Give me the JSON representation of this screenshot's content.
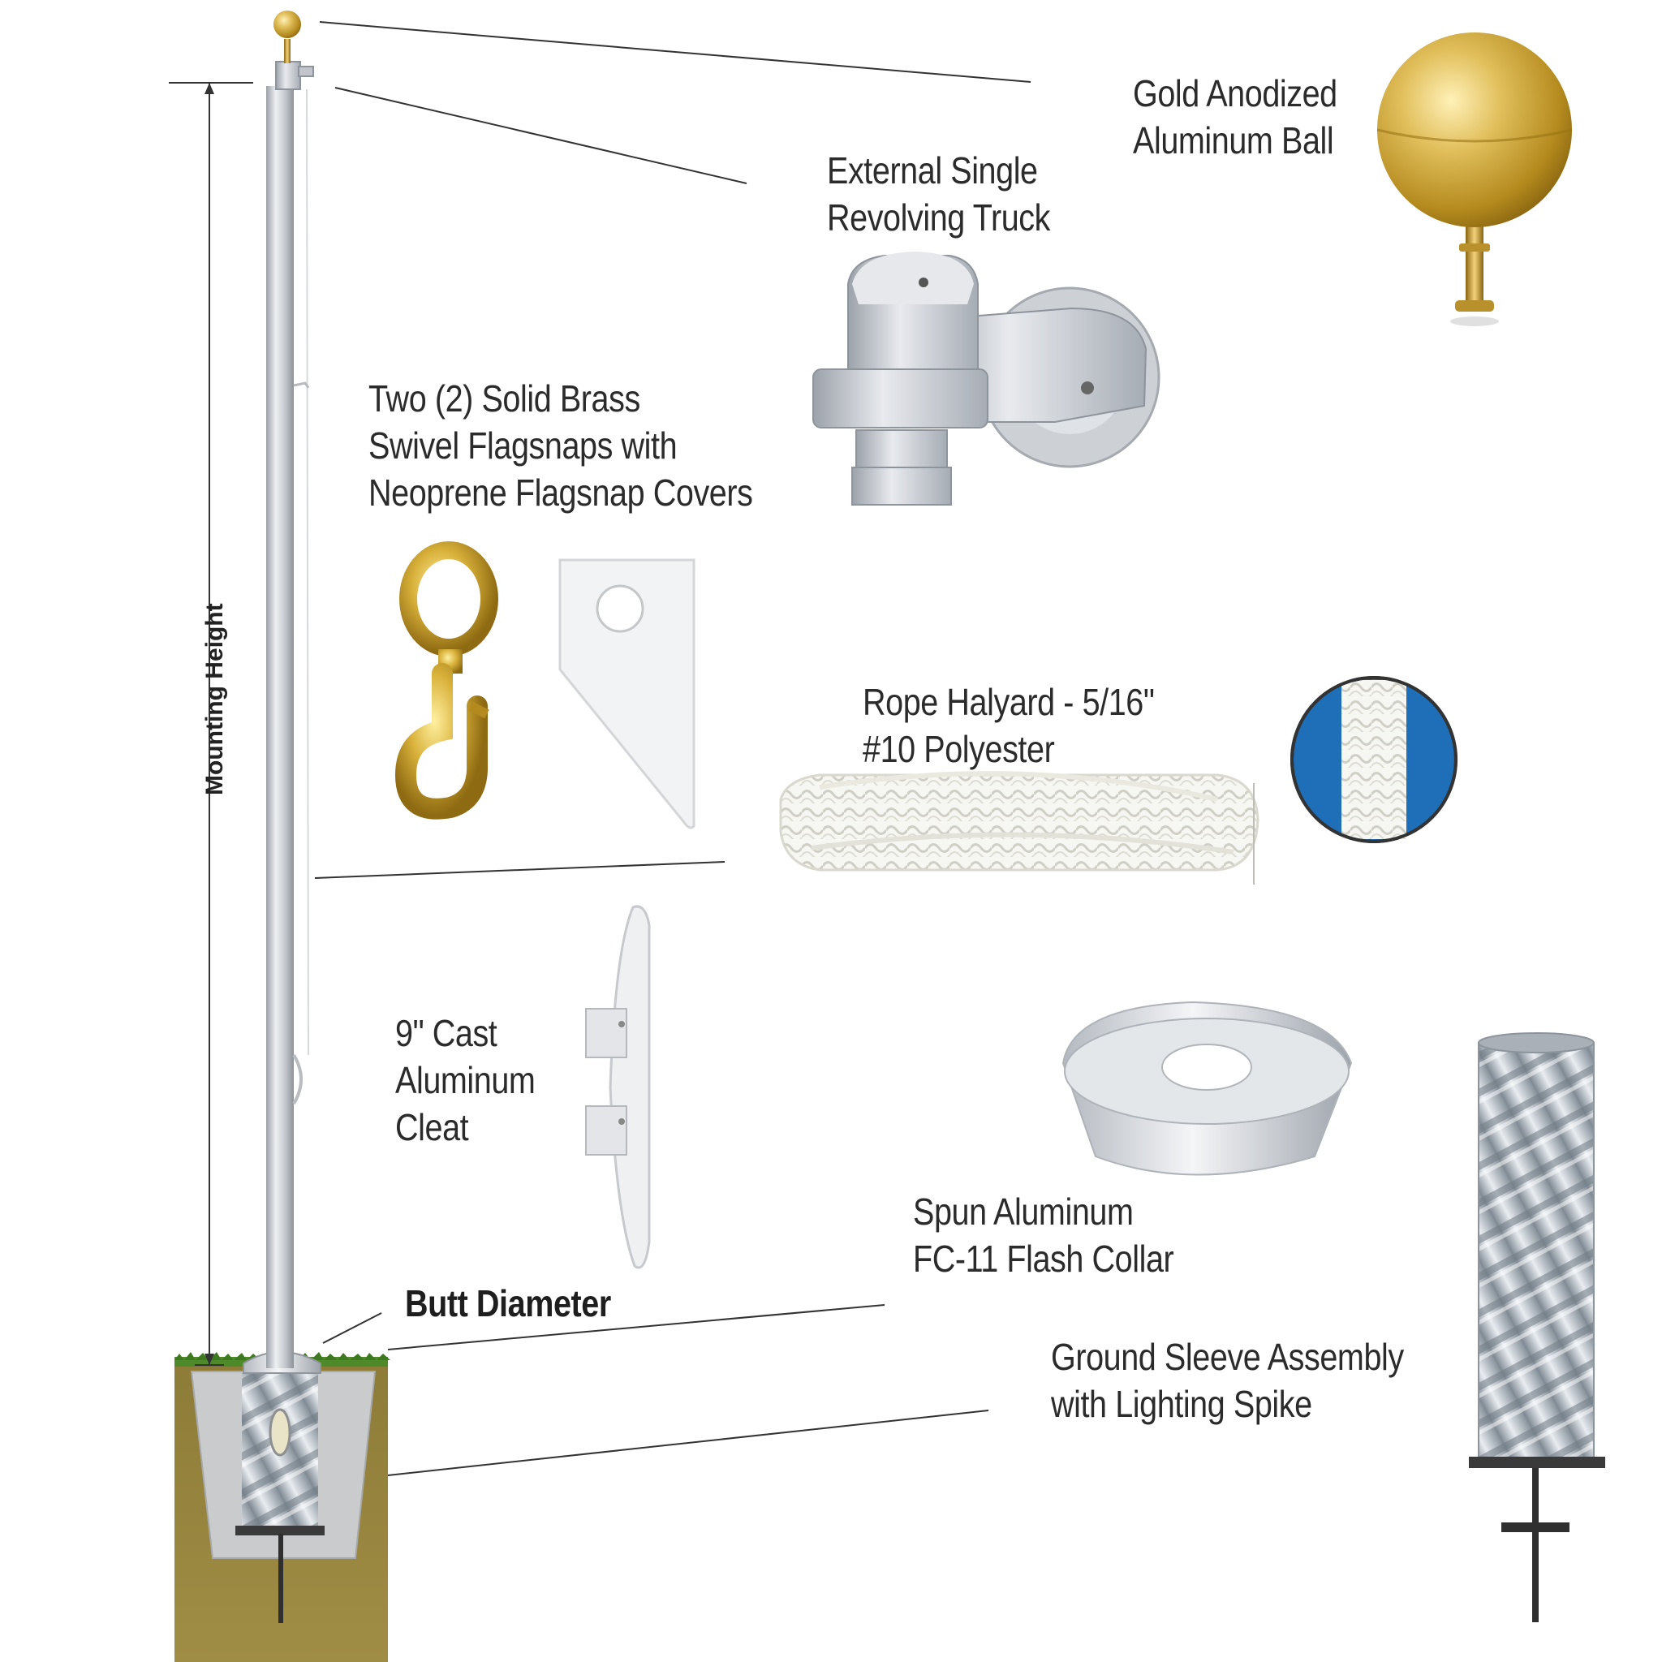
{
  "labels": {
    "finial": [
      "Gold Anodized",
      "Aluminum Ball"
    ],
    "truck": [
      "External Single",
      "Revolving Truck"
    ],
    "flagsnaps": [
      "Two (2) Solid Brass",
      "Swivel Flagsnaps with",
      "Neoprene Flagsnap Covers"
    ],
    "halyard": [
      "Rope Halyard - 5/16\"",
      "#10 Polyester"
    ],
    "cleat": [
      "9\" Cast",
      "Aluminum",
      "Cleat"
    ],
    "butt": "Butt Diameter",
    "collar": [
      "Spun Aluminum",
      "FC-11 Flash Collar"
    ],
    "sleeve": [
      "Ground Sleeve Assembly",
      "with Lighting Spike"
    ],
    "mounting_height": "Mounting Height"
  },
  "colors": {
    "gold": "#c9a227",
    "aluminum": "#c8ccd2",
    "soil": "#8a7a36",
    "grass": "#4f8a2a",
    "rope_blue": "#1f6fb8",
    "text": "#2b2b2b"
  },
  "icons": [
    "gold-ball-icon",
    "revolving-truck-icon",
    "brass-snap-icon",
    "snap-cover-icon",
    "rope-coil-icon",
    "rope-detail-icon",
    "cleat-icon",
    "flash-collar-icon",
    "ground-sleeve-icon"
  ]
}
